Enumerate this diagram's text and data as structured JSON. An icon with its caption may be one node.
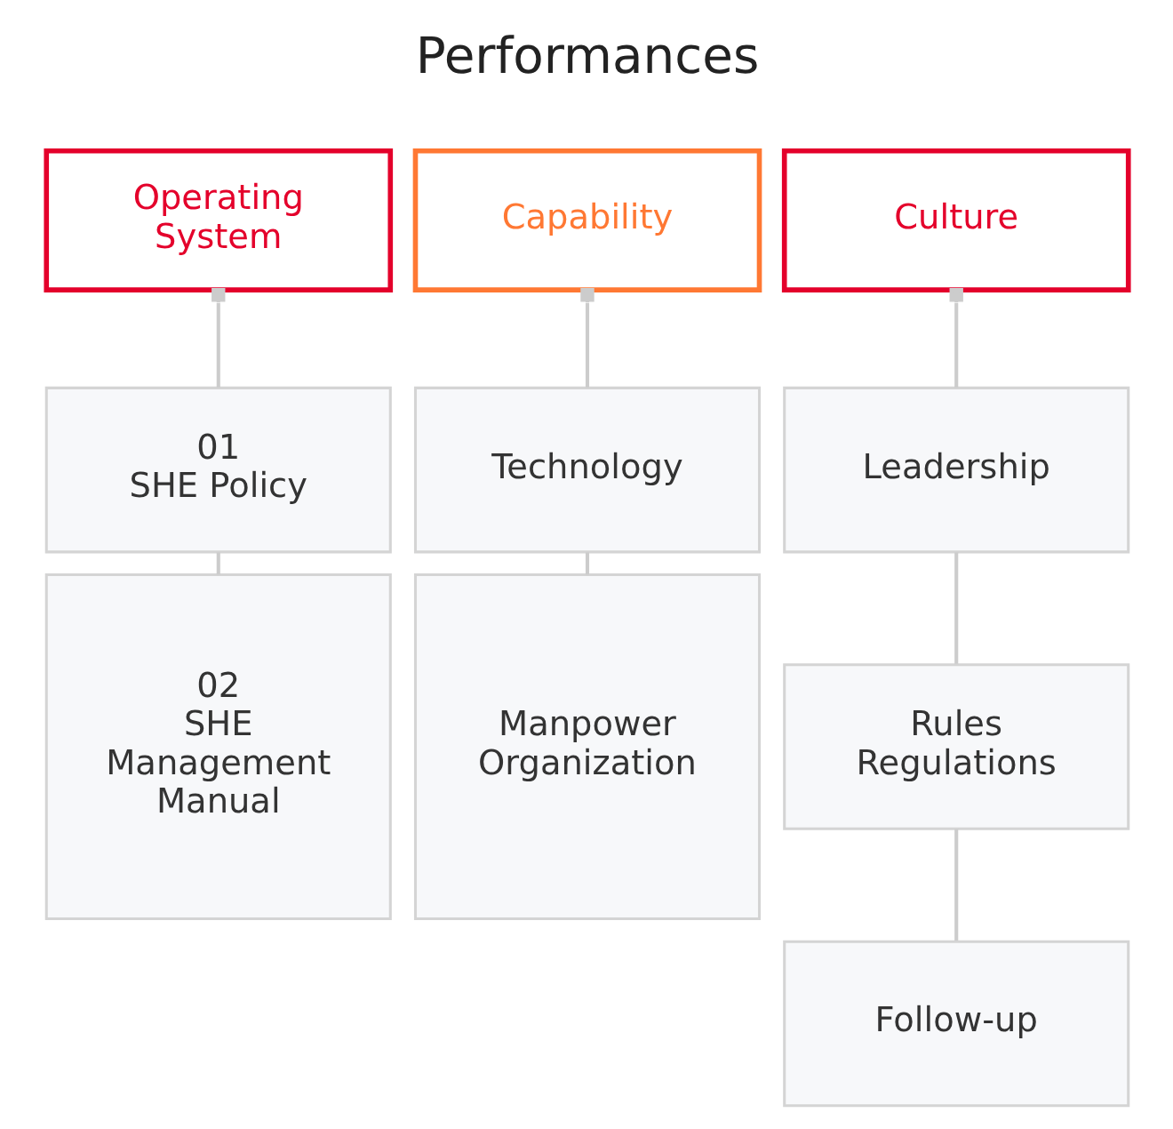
{
  "diagram": {
    "title": "Performances",
    "nodes": [
      {
        "text": [
          "Operating System"
        ]
      },
      {
        "text": [
          "Capability"
        ]
      },
      {
        "text": [
          "Culture"
        ]
      },
      {
        "text": [
          "01",
          "SHE Policy"
        ]
      },
      {
        "text": [
          "Technology"
        ]
      },
      {
        "text": [
          "Leadership"
        ]
      },
      {
        "text": [
          "02",
          "SHE Management Manual"
        ]
      },
      {
        "text": [
          "Manpower Organization"
        ]
      },
      {
        "text": [
          "Rules Regulations"
        ]
      },
      {
        "text": [
          "Follow-up"
        ]
      }
    ],
    "edges": [
      {
        "from": 0,
        "to": 3,
        "arrow": "other"
      },
      {
        "from": 1,
        "to": 4,
        "arrow": "other"
      },
      {
        "from": 2,
        "to": 5,
        "arrow": "other"
      },
      {
        "from": 3,
        "to": 6,
        "arrow": "none"
      },
      {
        "from": 4,
        "to": 7,
        "arrow": "none"
      },
      {
        "from": 5,
        "to": 8,
        "arrow": "none"
      },
      {
        "from": 8,
        "to": 9,
        "arrow": "none"
      }
    ]
  }
}
